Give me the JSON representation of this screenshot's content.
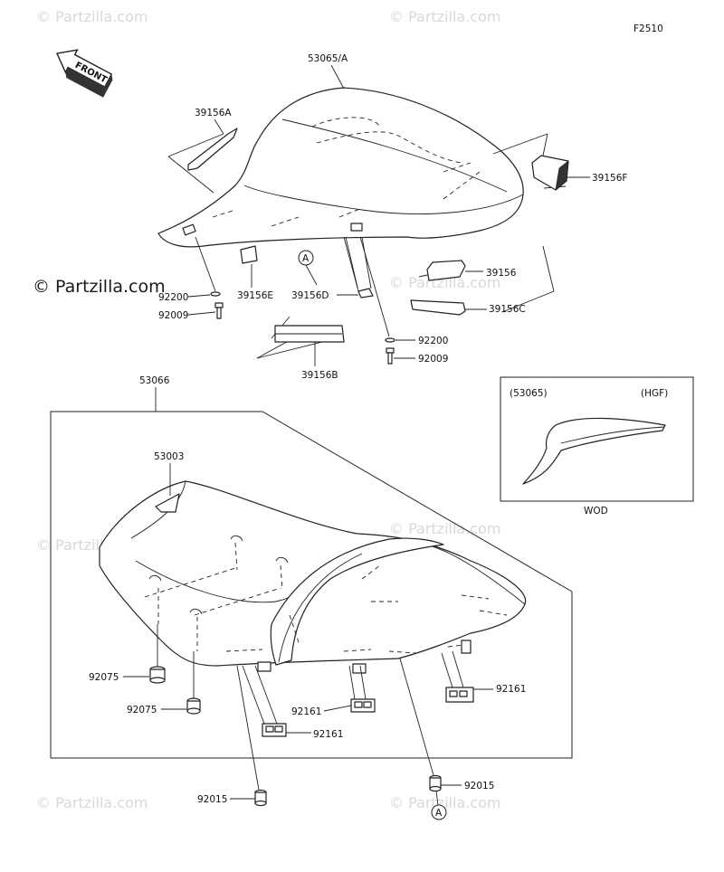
{
  "figure_code": "F2510",
  "front_label": "FRONT",
  "watermark": "© Partzilla.com",
  "inset": {
    "left_label": "(53065)",
    "right_label": "(HGF)",
    "caption": "WOD"
  },
  "callouts": {
    "c53065a": "53065/A",
    "c39156a": "39156A",
    "c39156f": "39156F",
    "c39156": "39156",
    "c39156c": "39156C",
    "c39156e": "39156E",
    "c39156d": "39156D",
    "c39156b": "39156B",
    "c92200_left": "92200",
    "c92009_left": "92009",
    "c92200_right": "92200",
    "c92009_right": "92009",
    "c53066": "53066",
    "c53003": "53003",
    "c92075_top": "92075",
    "c92075_bottom": "92075",
    "c92161_left": "92161",
    "c92161_mid": "92161",
    "c92161_right": "92161",
    "c92015_left": "92015",
    "c92015_right": "92015"
  },
  "ref_marks": {
    "upper": "A",
    "lower": "A"
  }
}
